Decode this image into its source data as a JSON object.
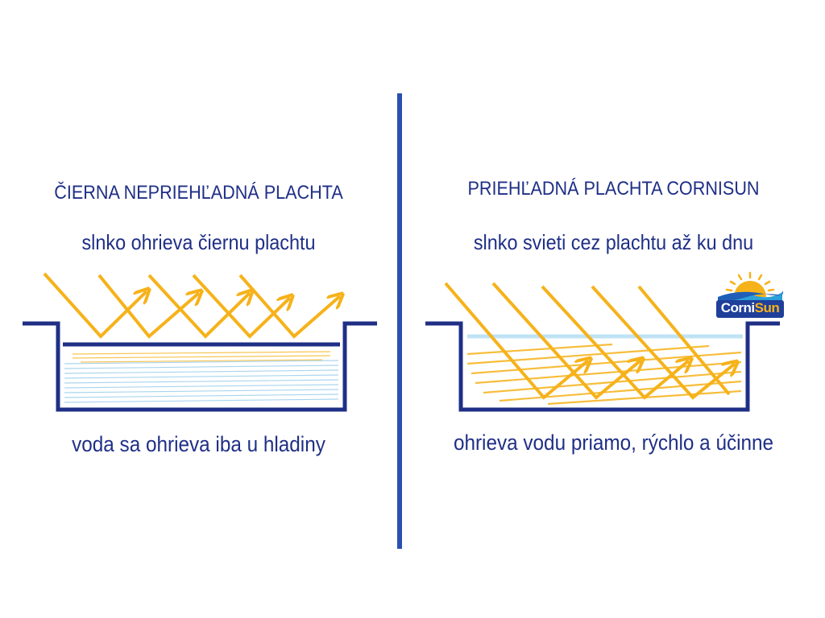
{
  "left": {
    "title": "ČIERNA NEPRIEHĽADNÁ PLACHTA",
    "subtitle": "slnko ohrieva čiernu plachtu",
    "caption": "voda sa ohrieva iba u hladiny"
  },
  "right": {
    "title": "PRIEHĽADNÁ PLACHTA CORNISUN",
    "subtitle": "slnko svieti cez plachtu až ku dnu",
    "caption": "ohrieva vodu priamo, rýchlo a účinne"
  },
  "logo": {
    "part1": "Corni",
    "part2": "Sun"
  },
  "colors": {
    "text": "#1f2f86",
    "pool_outline": "#1f2f86",
    "divider": "#2a4fb0",
    "sun_ray": "#f6b21a",
    "water_line": "#a9d4ee",
    "cover_surface": "#bfe3f5"
  }
}
